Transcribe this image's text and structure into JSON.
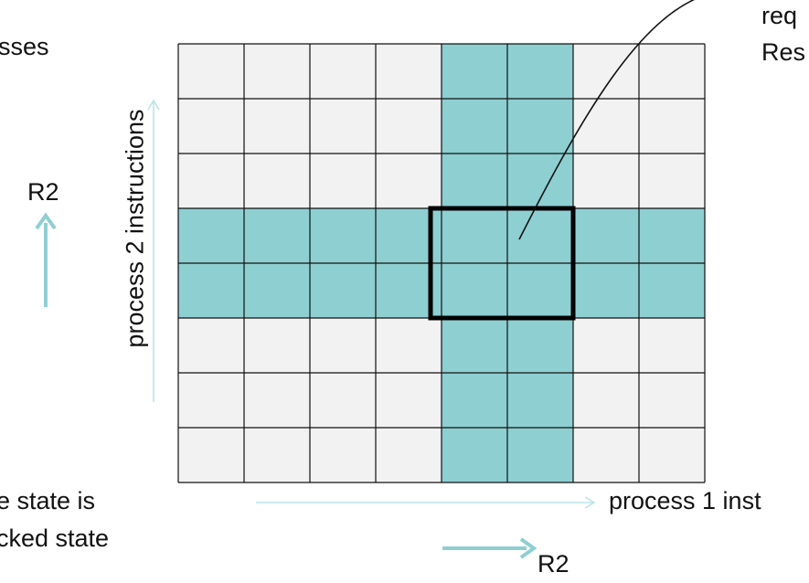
{
  "labels": {
    "top_left_partial": "sses",
    "top_right_line1": "req",
    "top_right_line2": "Res",
    "left_resource": "R2",
    "y_axis": "process 2 instructions",
    "x_axis": "process 1 inst",
    "bottom_resource": "R2",
    "bottom_left_line1": "e state is",
    "bottom_left_line2": "cked state"
  },
  "colors": {
    "cell_default": "#f2f2f2",
    "cell_highlight": "#8ecfd2",
    "grid_line": "#111111",
    "box_outline": "#000000",
    "arrow": "#8ecfd2",
    "axis_arrow": "#b9e3e5"
  },
  "grid": {
    "rows": 8,
    "cols": 8,
    "highlight_rows": [
      3,
      4
    ],
    "highlight_cols": [
      4,
      5
    ],
    "unsafe_box": {
      "row_start": 3,
      "row_end": 4,
      "col_start": 4,
      "col_end": 5
    }
  }
}
